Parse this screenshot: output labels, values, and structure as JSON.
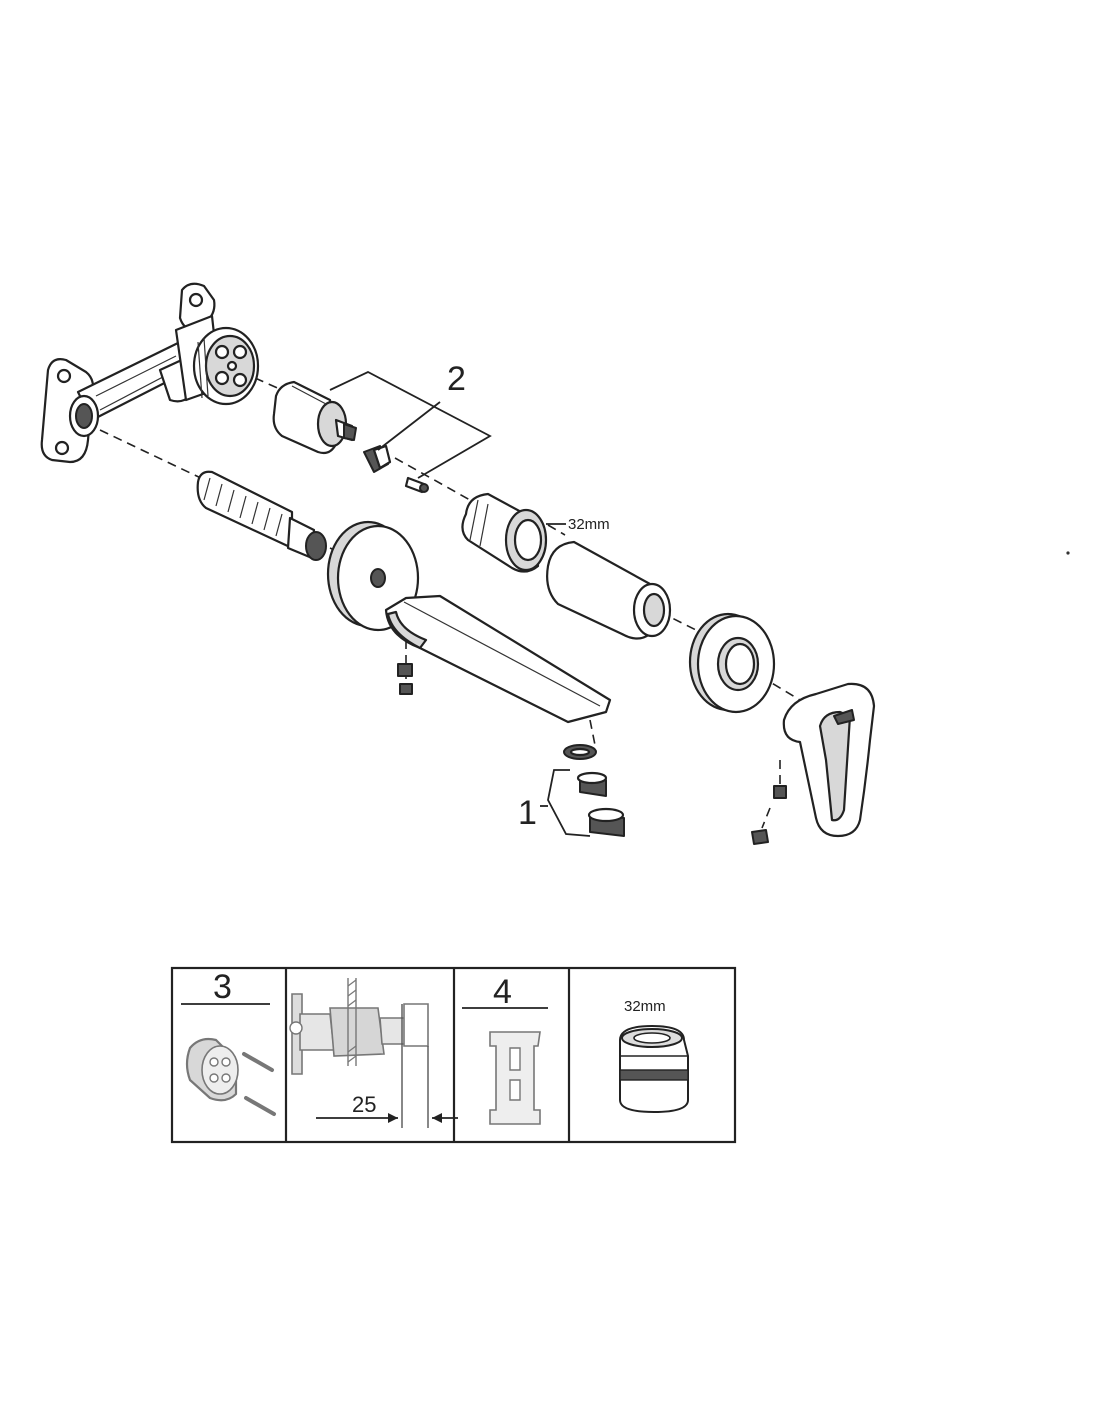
{
  "callouts": {
    "item_1": "1",
    "item_2": "2",
    "dim_32mm": "32mm"
  },
  "table": {
    "panel_3_label": "3",
    "panel_depth_value": "25",
    "panel_4_label": "4",
    "panel_size_label": "32mm"
  }
}
